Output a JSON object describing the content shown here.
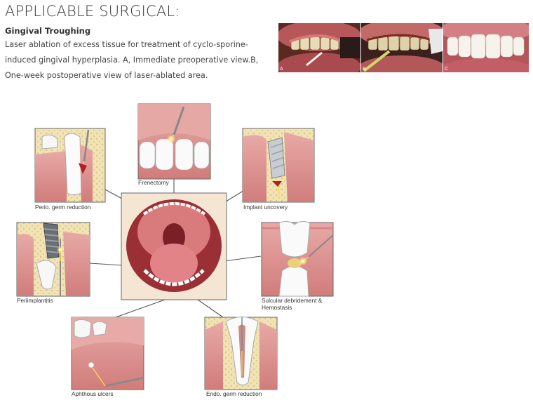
{
  "header": {
    "title": "APPLICABLE SURGICAL:"
  },
  "procedure": {
    "name": "Gingival Troughing",
    "description": "Laser ablation of excess tissue for treatment of cyclo-sporine-induced gingival hyperplasia. A, Immediate preoperative view.B, One-week postoperative view of laser-ablated area."
  },
  "photos": [
    {
      "label": "A"
    },
    {
      "label": "B"
    },
    {
      "label": "C"
    }
  ],
  "diagram": {
    "panels": [
      {
        "id": "frenectomy",
        "label": "Frenectomy"
      },
      {
        "id": "perio",
        "label": "Perio. germ reduction"
      },
      {
        "id": "implant",
        "label": "Implant uncovery"
      },
      {
        "id": "periimplantitis",
        "label": "Periimplantitis"
      },
      {
        "id": "sulcular",
        "label": "Sulcular debridement & Hemostasis"
      },
      {
        "id": "aphthous",
        "label": "Aphthous ulcers"
      },
      {
        "id": "endo",
        "label": "Endo. germ reduction"
      }
    ]
  }
}
